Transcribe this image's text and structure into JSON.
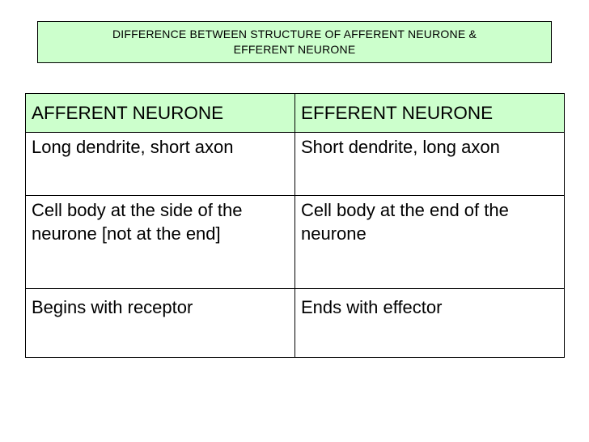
{
  "title": "DIFFERENCE   BETWEEN   STRUCTURE  OF AFFERENT NEURONE &\nEFFERENT  NEURONE",
  "table": {
    "headers": [
      "AFFERENT NEURONE",
      "EFFERENT  NEURONE"
    ],
    "rows": [
      [
        "Long dendrite, short axon",
        "Short dendrite, long axon"
      ],
      [
        "Cell body at the side of the neurone [not at the end]",
        "Cell body at the end of the neurone"
      ],
      [
        "Begins with receptor",
        "Ends with effector"
      ]
    ]
  },
  "colors": {
    "header_fill": "#ccffcc",
    "border": "#000000"
  }
}
